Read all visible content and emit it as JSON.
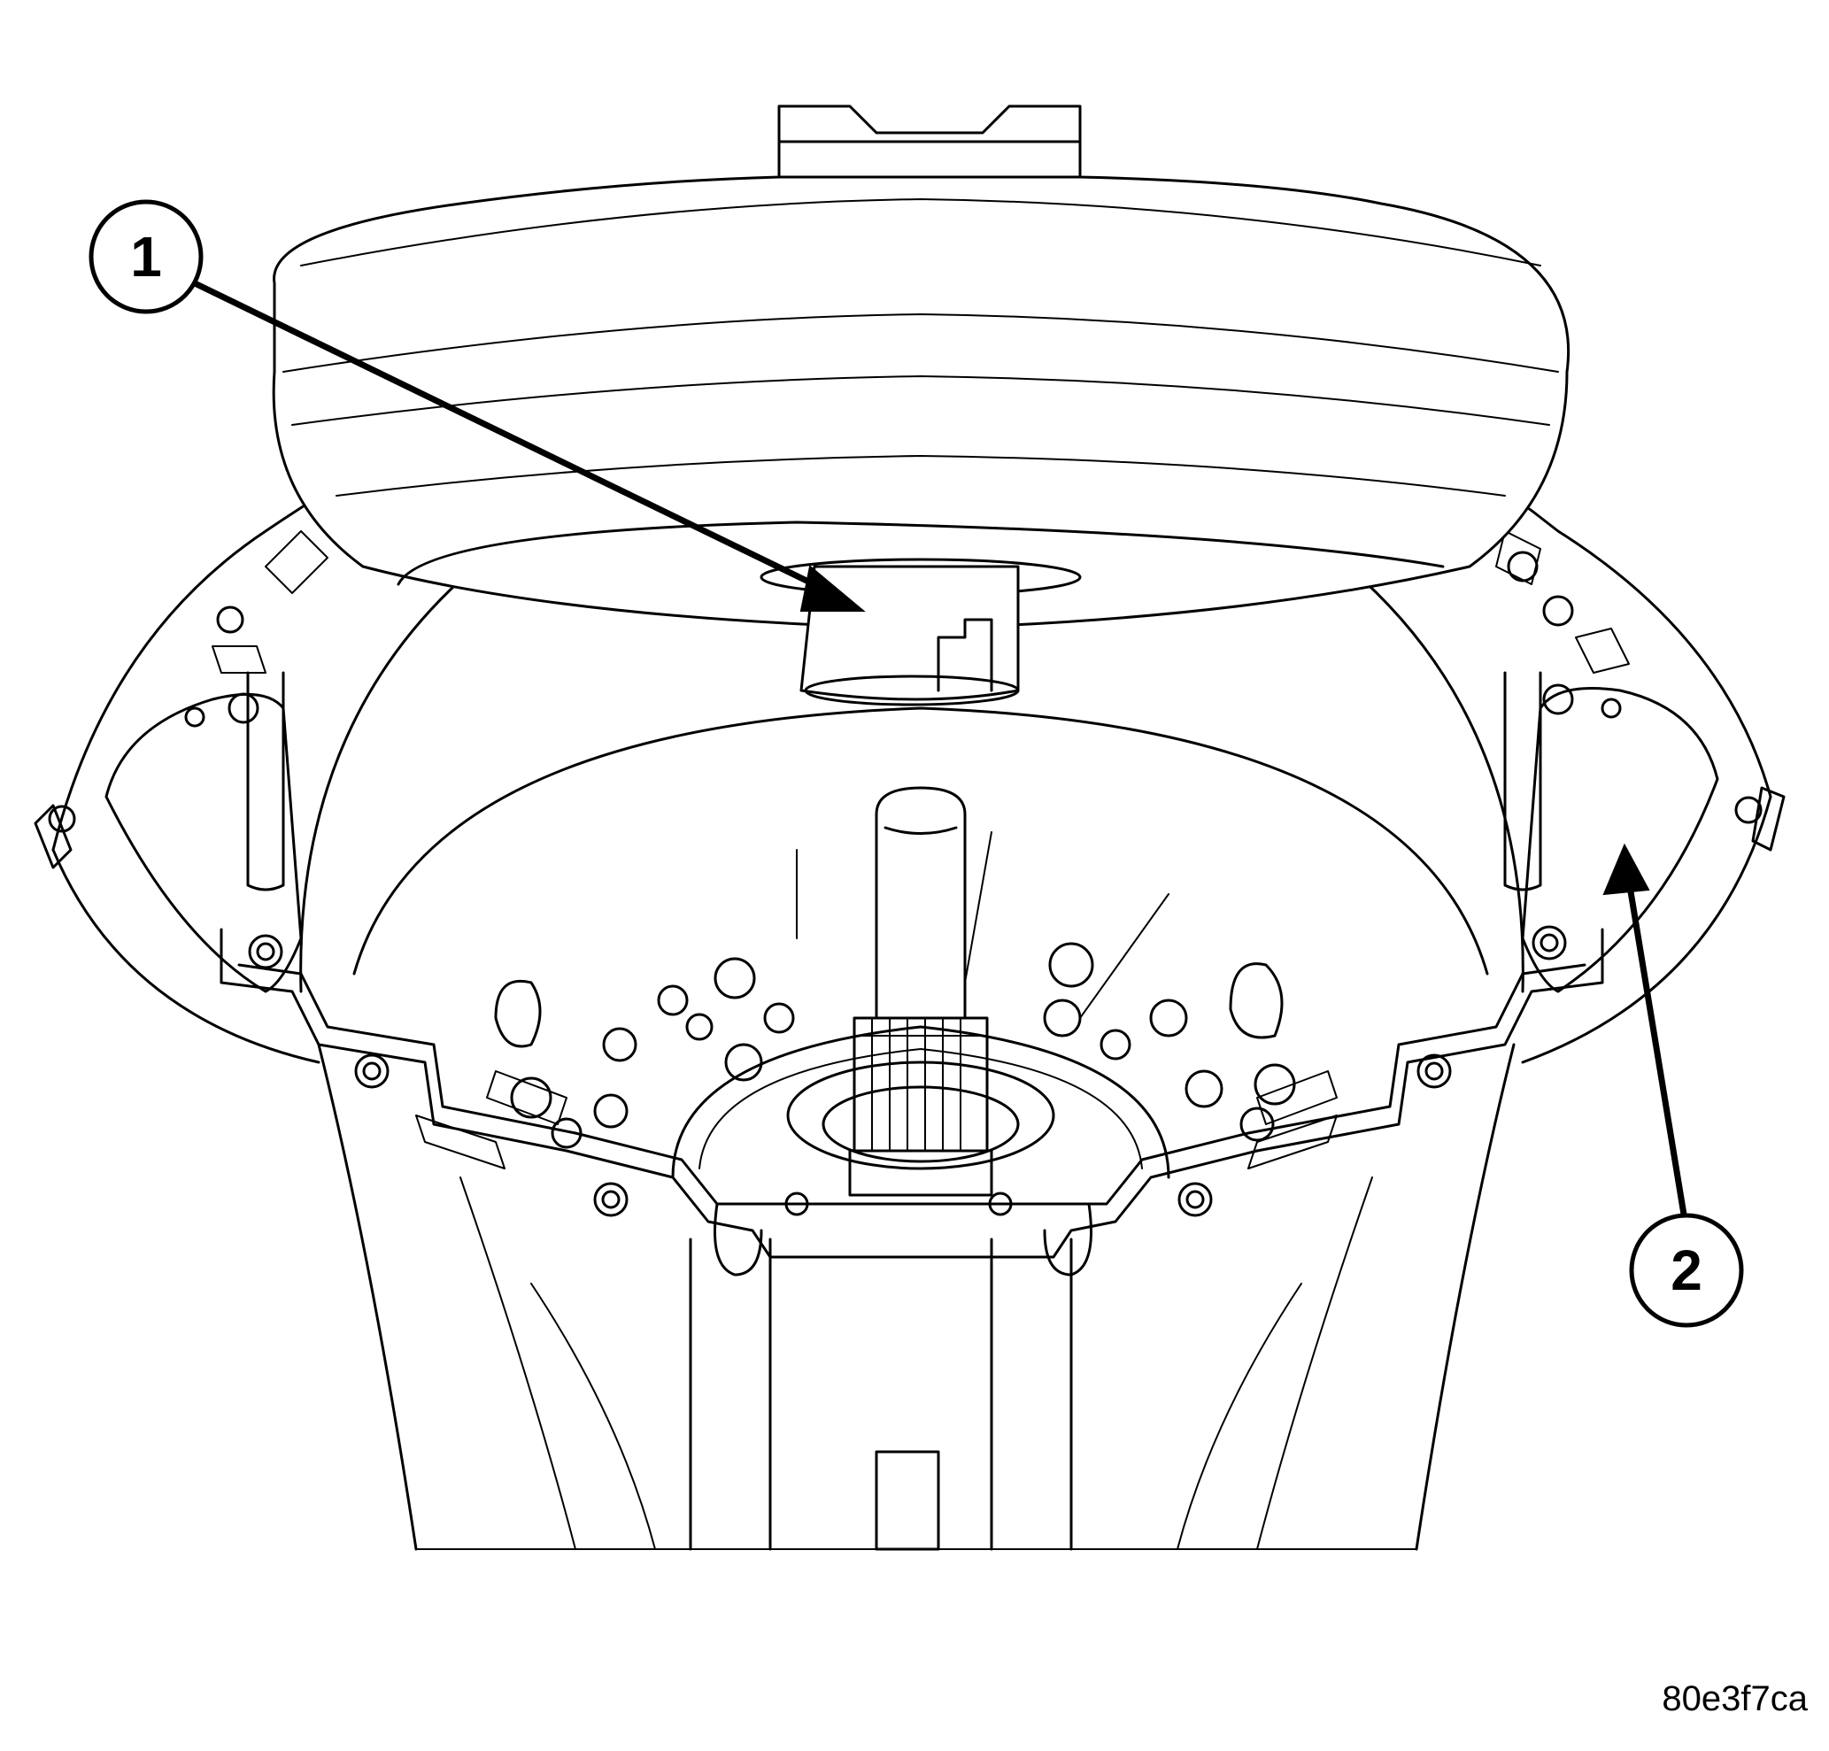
{
  "figure": {
    "id_label": "80e3f7ca",
    "callouts": [
      {
        "number": "1"
      },
      {
        "number": "2"
      }
    ]
  }
}
